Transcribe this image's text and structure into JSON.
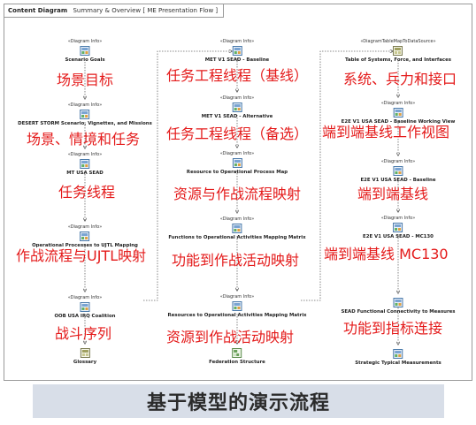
{
  "diagram": {
    "kind": "Content Diagram",
    "path": "Summary & Overview [ ME Presentation Flow ]"
  },
  "nodes": [
    {
      "id": "scenario-goals",
      "stereo": "«Diagram Info»",
      "name": "Scenario Goals",
      "icon": "diagram",
      "cn": "场景目标"
    },
    {
      "id": "desert-storm",
      "stereo": "«Diagram Info»",
      "name": "DESERT STORM Scenario, Vignettes, and Missions",
      "icon": "diagram",
      "cn": "场景、情境和任务"
    },
    {
      "id": "mt-usa-sead",
      "stereo": "«Diagram Info»",
      "name": "MT USA SEAD",
      "icon": "diagram",
      "cn": "任务线程"
    },
    {
      "id": "op-processes",
      "stereo": "«Diagram Info»",
      "name": "Operational Processes to UJTL Mapping",
      "icon": "diagram",
      "cn": "作战流程与UJTL映射"
    },
    {
      "id": "oob",
      "stereo": "«Diagram Info»",
      "name": "OOB USA IRQ Coalition",
      "icon": "diagram",
      "cn": "战斗序列"
    },
    {
      "id": "glossary",
      "stereo": "",
      "name": "Glossary",
      "icon": "table",
      "cn": ""
    },
    {
      "id": "met-baseline",
      "stereo": "«Diagram Info»",
      "name": "MET V1 SEAD - Baseline",
      "icon": "diagram",
      "cn": "任务工程线程（基线）"
    },
    {
      "id": "met-alt",
      "stereo": "«Diagram Info»",
      "name": "MET V1 SEAD - Alternative",
      "icon": "diagram",
      "cn": "任务工程线程（备选）"
    },
    {
      "id": "res-process",
      "stereo": "«Diagram Info»",
      "name": "Resource to Operational Process Map",
      "icon": "diagram",
      "cn": "资源与作战流程映射"
    },
    {
      "id": "func-activities",
      "stereo": "«Diagram Info»",
      "name": "Functions to Operational Activities Mapping Matrix",
      "icon": "diagram",
      "cn": "功能到作战活动映射"
    },
    {
      "id": "res-activities",
      "stereo": "«Diagram Info»",
      "name": "Resources to Operational Activities Mapping Matrix",
      "icon": "diagram",
      "cn": "资源到作战活动映射"
    },
    {
      "id": "federation",
      "stereo": "",
      "name": "Federation Structure",
      "icon": "federation",
      "cn": ""
    },
    {
      "id": "systems-table",
      "stereo": "«DiagramTableMapToDataSource»",
      "name": "Table of Systems, Force, and Interfaces",
      "icon": "table",
      "cn": "系统、兵力和接口"
    },
    {
      "id": "e2e-working",
      "stereo": "«Diagram Info»",
      "name": "E2E V1 USA SEAD - Baseline Working View",
      "icon": "diagram",
      "cn": "端到端基线工作视图"
    },
    {
      "id": "e2e-baseline",
      "stereo": "«Diagram Info»",
      "name": "E2E V1 USA SEAD - Baseline",
      "icon": "diagram",
      "cn": "端到端基线"
    },
    {
      "id": "e2e-mc130",
      "stereo": "«Diagram Info»",
      "name": "E2E V1 USA SEAD - MC130",
      "icon": "diagram",
      "cn": "端到端基线 MC130"
    },
    {
      "id": "sead-func",
      "stereo": "",
      "name": "SEAD Functional Connectivity to Measures",
      "icon": "diagram",
      "cn": "功能到指标连接"
    },
    {
      "id": "strategic",
      "stereo": "",
      "name": "Strategic Typical Measurements",
      "icon": "diagram",
      "cn": ""
    }
  ],
  "banner": "基于模型的演示流程"
}
